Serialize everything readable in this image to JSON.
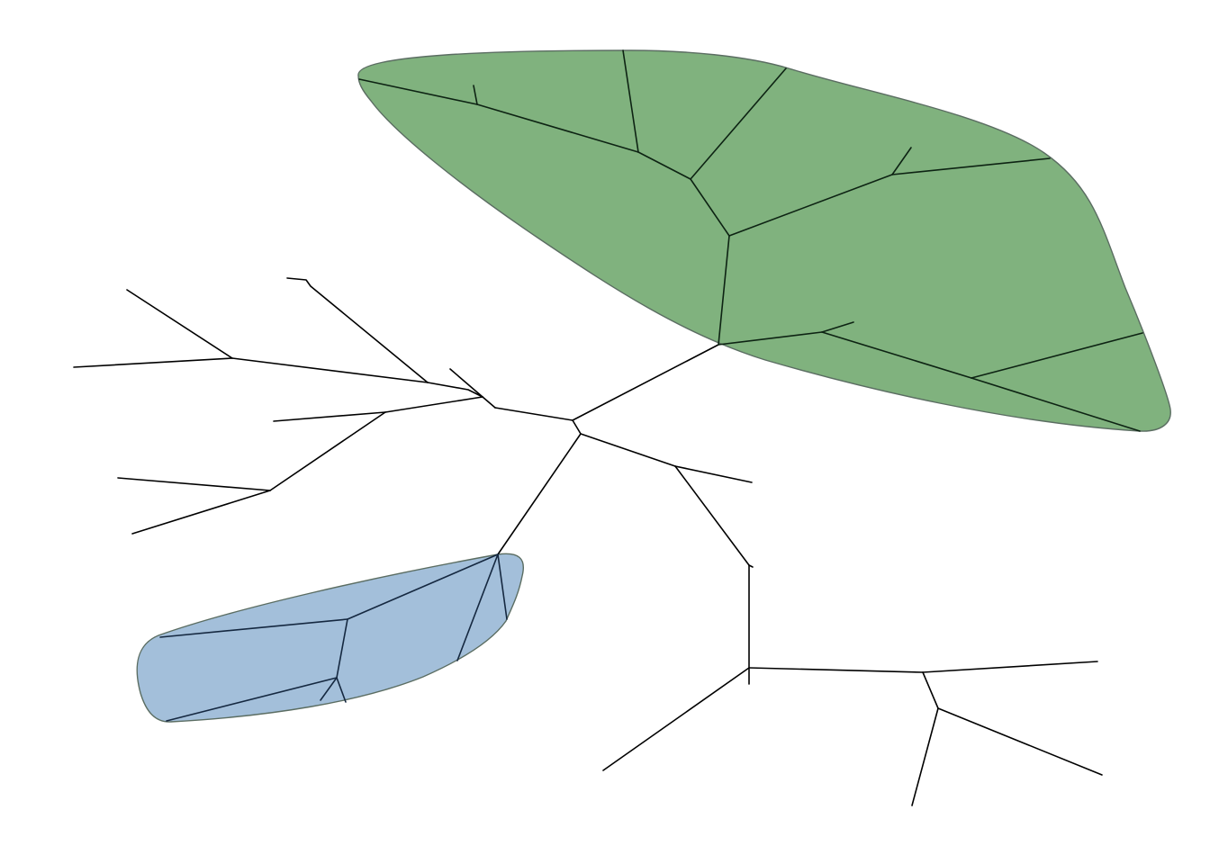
{
  "diagram": {
    "type": "unrooted-tree",
    "leaf_count": 26,
    "labels_shown": false,
    "clades": [
      {
        "id": "clade-green",
        "fill_color": "#80b27e",
        "outline_color": "#5e6e5f",
        "branch_color": "#0d2313"
      },
      {
        "id": "clade-blue",
        "fill_color": "#a3bfda",
        "outline_color": "#5f6c79",
        "branch_color": "#152840"
      }
    ],
    "branch_color": "#000000",
    "background_color": "#ffffff"
  }
}
